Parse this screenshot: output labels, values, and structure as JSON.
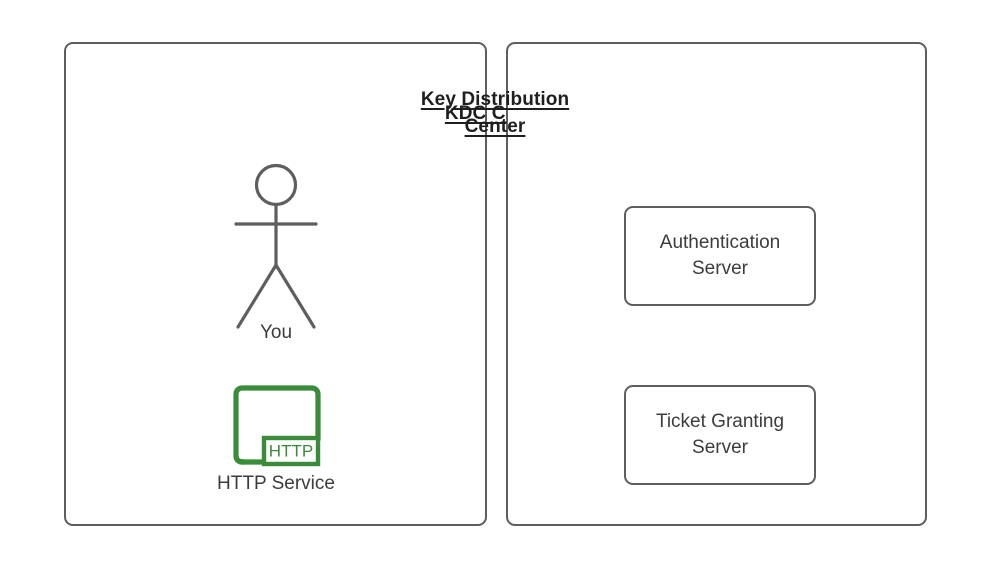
{
  "diagram": {
    "type": "architecture-diagram",
    "colors": {
      "outline": "#5e5e5e",
      "text": "#3c3c3c",
      "title_text": "#1f1f1f",
      "http_green": "#3a8b3a",
      "background": "#ffffff"
    },
    "panels": [
      {
        "id": "kdc-client",
        "title": "KDC Client",
        "nodes": [
          {
            "id": "you",
            "label": "You",
            "icon": "stick-figure-icon"
          },
          {
            "id": "http-service",
            "label": "HTTP Service",
            "icon": "http-service-icon",
            "badge": "HTTP"
          }
        ]
      },
      {
        "id": "key-distribution-center",
        "title_line1": "Key Distribution",
        "title_line2": "Center",
        "nodes": [
          {
            "id": "authentication-server",
            "label": "Authentication\nServer"
          },
          {
            "id": "ticket-granting-server",
            "label": "Ticket Granting\nServer"
          }
        ]
      }
    ]
  }
}
